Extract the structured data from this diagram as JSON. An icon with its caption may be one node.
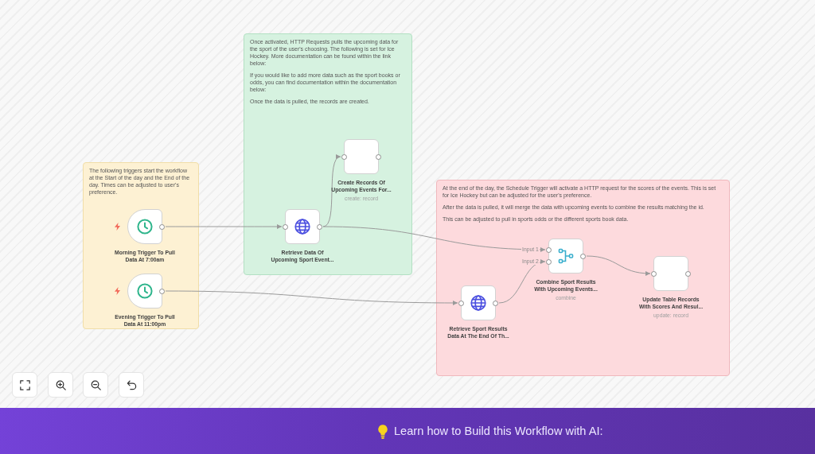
{
  "diagram": {
    "nodes": [
      {
        "text": [
          "The following triggers start the workflow at the Start of the day and the End of the day. Times can be adjusted to user's preference."
        ]
      },
      {
        "text": [
          "Morning Trigger To Pull Data At 7:00am"
        ],
        "in": 0
      },
      {
        "text": [
          "Evening Trigger To Pull Data At 11:00pm"
        ],
        "in": 0
      },
      {
        "text": [
          "Once activated, HTTP Requests pulls the upcoming data for the sport of the user's choosing. The following is set for Ice Hockey. More documentation can be found within the link below:",
          "If you would like to add more data such as the sport books or odds, you can find documentation within the documentation below:",
          "Once the data is pulled, the records are created."
        ]
      },
      {
        "text": [
          "Create Records Of Upcoming Events For...",
          "create: record"
        ],
        "in": 3
      },
      {
        "text": [
          "Retrieve Data Of Upcoming Sport Event..."
        ],
        "in": 3
      },
      {
        "text": [
          "At the end of the day, the Schedule Trigger will activate a HTTP request for the scores of the events. This is set for Ice Hockey but can be adjusted for the user's preference.",
          "After the data is pulled, it will merge the data with upcoming events to combine the results matching the id.",
          "This can be adjusted to pull in sports odds or the different sports book data."
        ]
      },
      {
        "text": [
          "Combine Sport Results With Upcoming Events...",
          "combine"
        ],
        "in": 6
      },
      {
        "text": [
          "Update Table Records With Scores And Resul...",
          "update: record"
        ],
        "in": 6
      },
      {
        "text": [
          "Retrieve Sport Results Data At The End Of Th..."
        ],
        "in": 6
      }
    ],
    "edges": [
      {
        "from": 1,
        "to": 5,
        "arrow": "to"
      },
      {
        "from": 5,
        "to": 4,
        "arrow": "to"
      },
      {
        "from": 5,
        "to": 7,
        "arrow": "to",
        "label": "Input 1"
      },
      {
        "from": 2,
        "to": 9,
        "arrow": "to"
      },
      {
        "from": 9,
        "to": 7,
        "arrow": "to",
        "label": "Input 2"
      },
      {
        "from": 7,
        "to": 8,
        "arrow": "to"
      }
    ],
    "labels": [
      "Learn how to Build this Workflow with AI:"
    ]
  }
}
